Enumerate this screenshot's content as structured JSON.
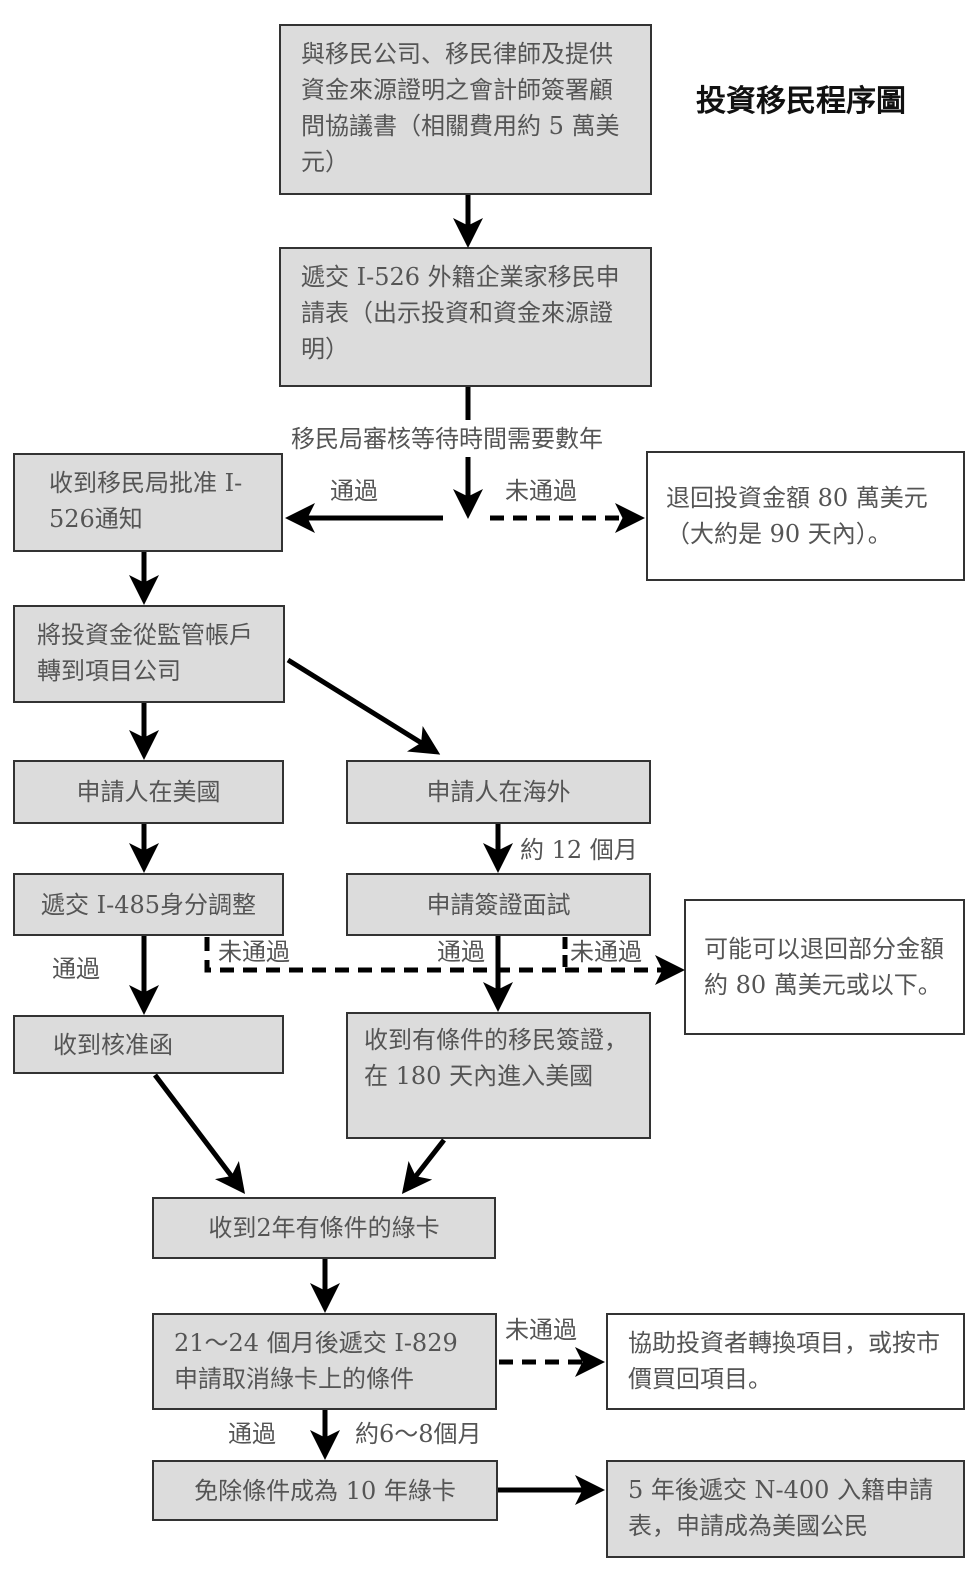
{
  "title": "投資移民程序圖",
  "nodes": {
    "sign_agreement": "與移民公司、移民律師及提供資金來源證明之會計師簽署顧問協議書（相關費用約 5 萬美元）",
    "submit_i526": "遞交 I-526 外籍企業家移民申請表（出示投資和資金來源證明）",
    "i526_approved": "收到移民局批准 I-526通知",
    "refund_full": "退回投資金額 80 萬美元（大約是 90 天內）。",
    "transfer_funds": "將投資金從監管帳戶轉到項目公司",
    "applicant_in_us": "申請人在美國",
    "applicant_abroad": "申請人在海外",
    "submit_i485": "遞交 I-485身分調整",
    "visa_interview": "申請簽證面試",
    "refund_partial": "可能可以退回部分金額約 80 萬美元或以下。",
    "approval_letter": "收到核准函",
    "conditional_visa": "收到有條件的移民簽證，在 180 天內進入美國",
    "green_card_2yr": "收到2年有條件的綠卡",
    "submit_i829": "21～24 個月後遞交 I-829 申請取消綠卡上的條件",
    "switch_project": "協助投資者轉換項目，或按市價買回項目。",
    "green_card_10yr": "免除條件成為 10 年綠卡",
    "submit_n400": "5 年後遞交 N-400 入籍申請表，申請成為美國公民"
  },
  "labels": {
    "review_wait": "移民局審核等待時間需要數年",
    "pass": "通過",
    "fail": "未通過",
    "about_12_months": "約 12 個月",
    "about_6_8_months": "約6～8個月"
  },
  "colors": {
    "box_fill": "#dcdcdc",
    "box_border": "#333333",
    "arrow": "#000000",
    "text": "#555555"
  }
}
